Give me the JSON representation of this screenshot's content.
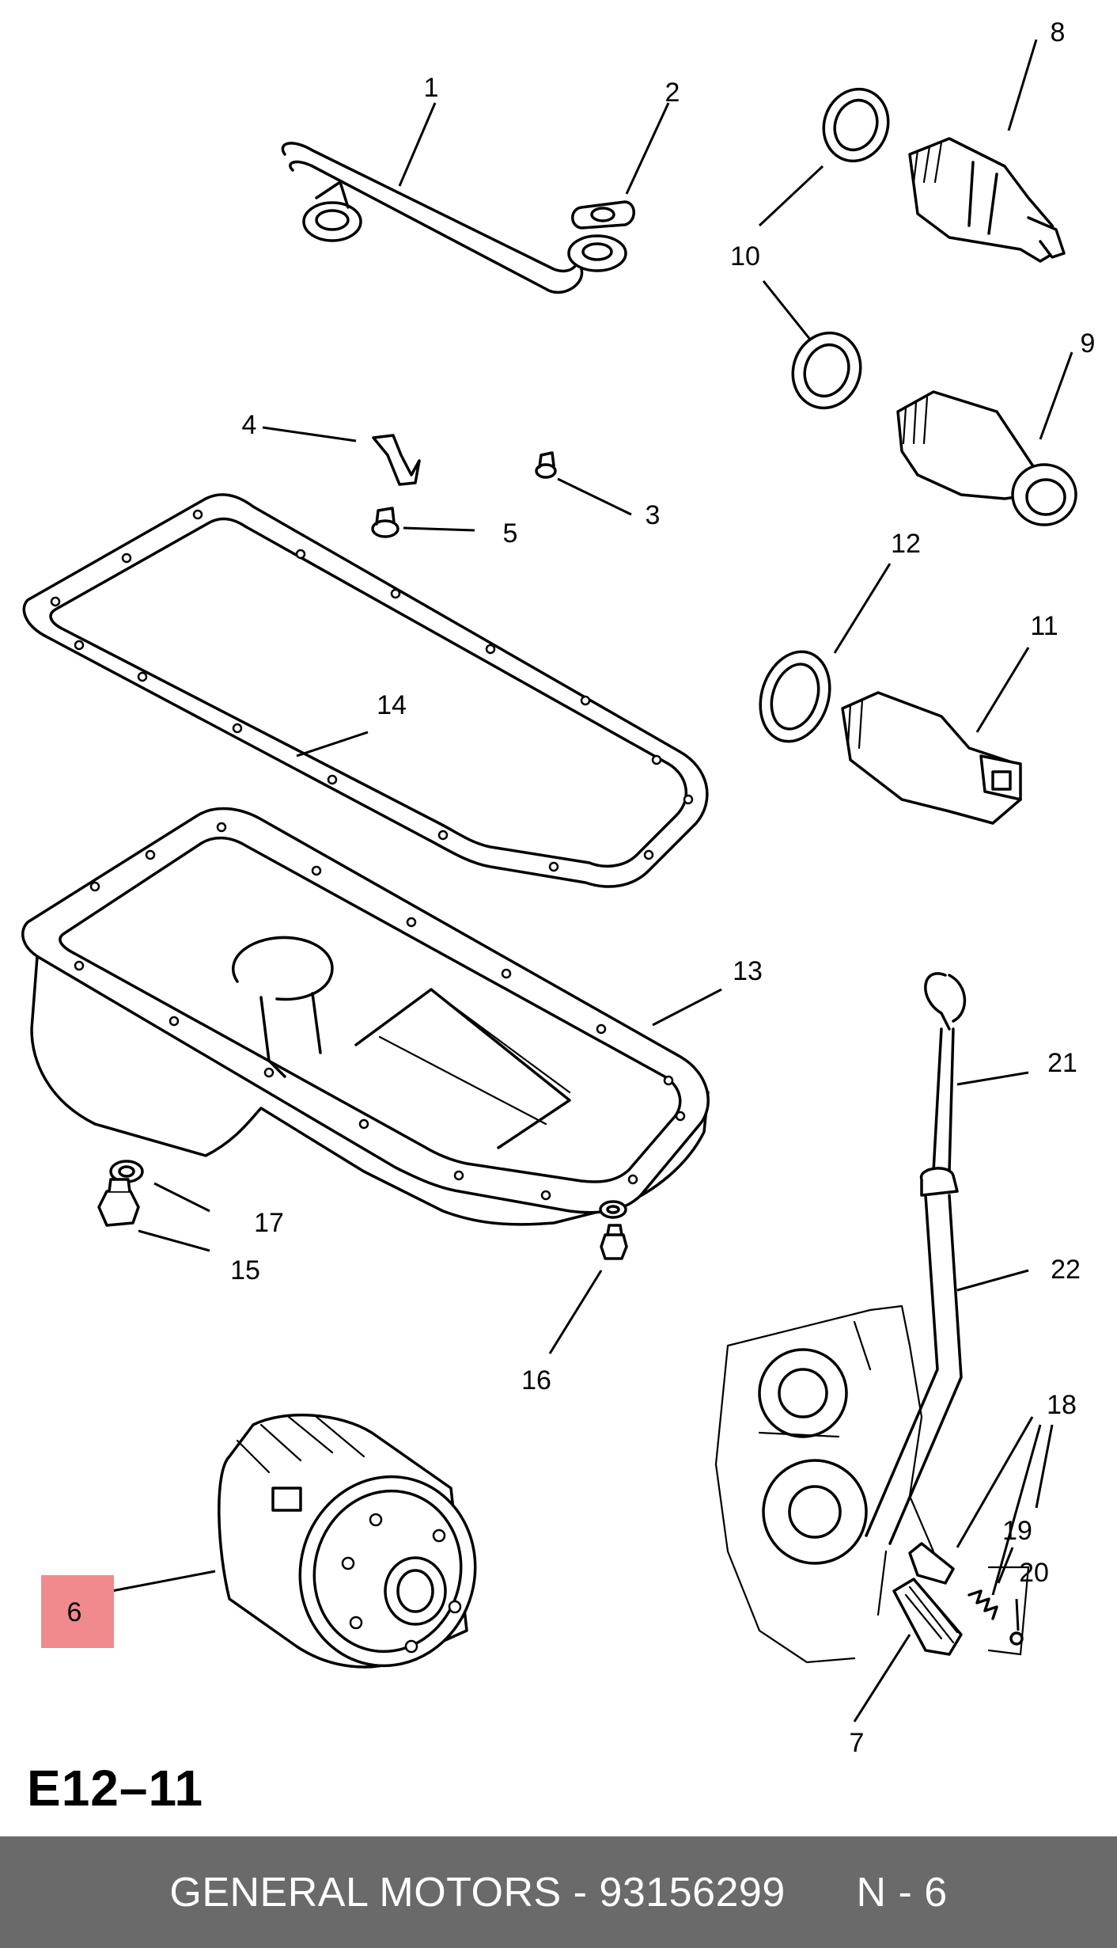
{
  "diagram": {
    "reference_code": "E12–11",
    "highlighted_callout": "6",
    "highlight_color": "#f08a8d",
    "callouts": [
      "1",
      "2",
      "3",
      "4",
      "5",
      "6",
      "7",
      "8",
      "9",
      "10",
      "11",
      "12",
      "13",
      "14",
      "15",
      "16",
      "17",
      "18",
      "19",
      "20",
      "21",
      "22"
    ]
  },
  "footer": {
    "text": "GENERAL MOTORS - 93156299      N - 6",
    "background_color": "#6a6a6a"
  }
}
